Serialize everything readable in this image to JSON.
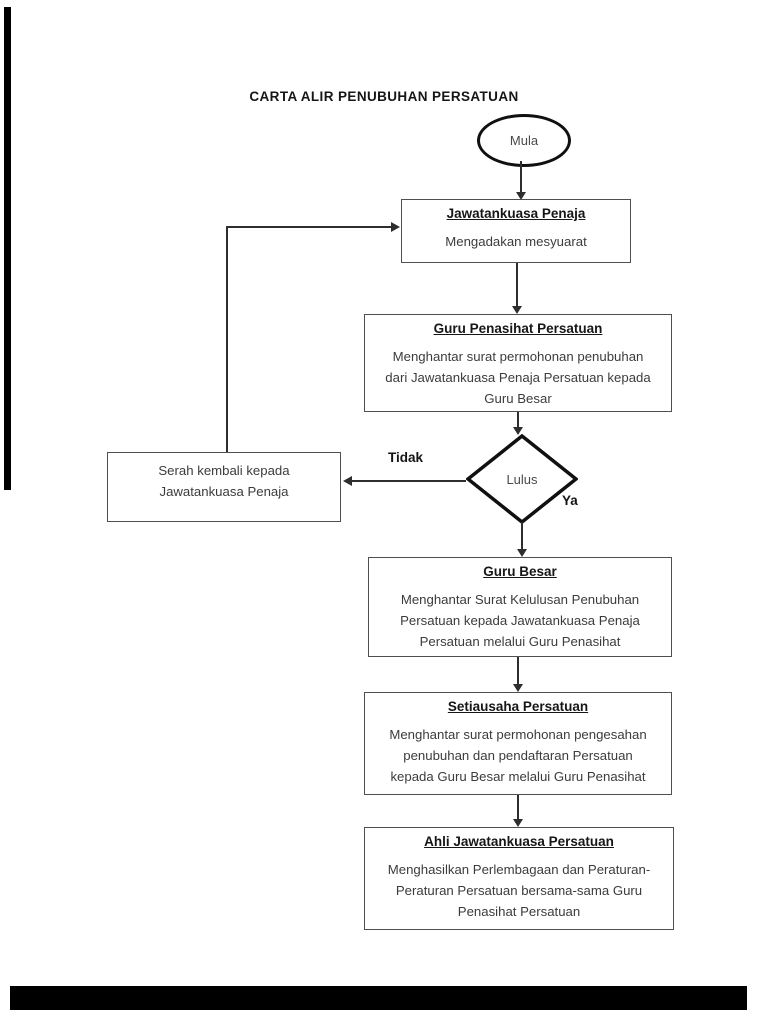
{
  "page": {
    "title": "CARTA ALIR PENUBUHAN PERSATUAN"
  },
  "colors": {
    "shape_border": "#101010",
    "box_border": "#4f4f4f",
    "line": "#2e2e2e",
    "body_text": "#3c3c3c",
    "artifact": "#000000"
  },
  "flowchart": {
    "start_label": "Mula",
    "steps": [
      {
        "title": "Jawatankuasa Penaja",
        "body": "Mengadakan mesyuarat"
      },
      {
        "title": "Guru Penasihat Persatuan",
        "body": "Menghantar surat permohonan penubuhan\ndari Jawatankuasa Penaja Persatuan kepada\nGuru Besar"
      },
      {
        "title": "Guru Besar",
        "body": "Menghantar Surat Kelulusan Penubuhan\nPersatuan kepada Jawatankuasa Penaja\nPersatuan melalui Guru Penasihat"
      },
      {
        "title": "Setiausaha Persatuan",
        "body": "Menghantar surat permohonan pengesahan\npenubuhan dan pendaftaran Persatuan\nkepada Guru Besar melalui Guru Penasihat"
      },
      {
        "title": "Ahli Jawatankuasa Persatuan",
        "body": "Menghasilkan Perlembagaan dan Peraturan-\nPeraturan Persatuan bersama-sama Guru\nPenasihat Persatuan"
      }
    ],
    "decision": {
      "label": "Lulus",
      "branch_no": "Tidak",
      "branch_yes": "Ya"
    },
    "reject_box": {
      "body": "Serah kembali kepada\nJawatankuasa Penaja"
    }
  }
}
